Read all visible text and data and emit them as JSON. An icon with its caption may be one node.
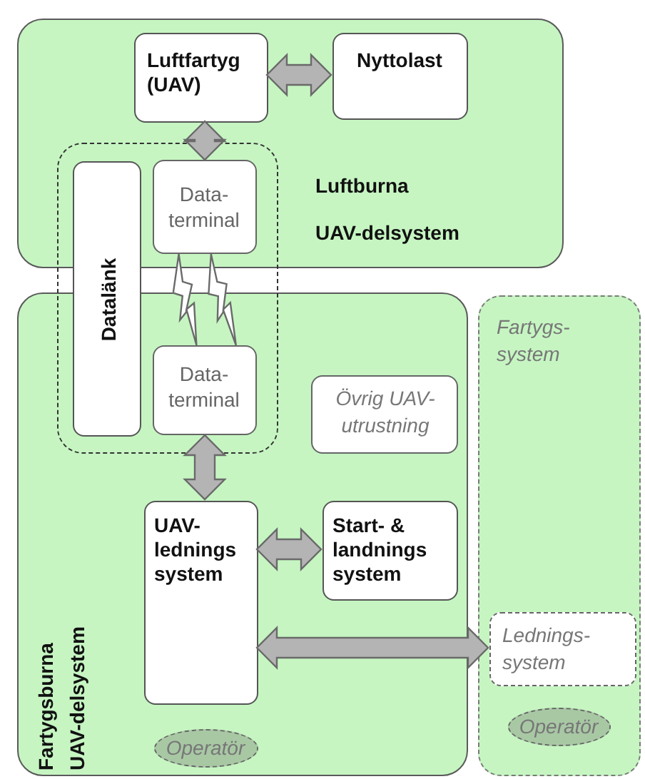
{
  "diagram": {
    "nodes": [
      {
        "text": [
          "Luftburna UAV-delsystem"
        ]
      },
      {
        "text": [
          "Luftfartyg (UAV)"
        ],
        "in": 0
      },
      {
        "text": [
          "Nyttolast"
        ],
        "in": 0
      },
      {
        "text": [],
        "shape": "box"
      },
      {
        "text": [
          "Datalänk"
        ],
        "in": 3
      },
      {
        "text": [
          "Data-terminal"
        ]
      },
      {
        "text": [
          "Data-terminal"
        ]
      },
      {
        "text": [
          "Fartygsburna UAV-delsystem"
        ]
      },
      {
        "text": [
          "Övrig UAV-utrustning"
        ],
        "in": 7
      },
      {
        "text": [
          "UAV-lednings system"
        ],
        "in": 7
      },
      {
        "text": [
          "Start- & landnings system"
        ],
        "in": 7
      },
      {
        "text": [
          "Operatör"
        ],
        "in": 7
      },
      {
        "text": [
          "Fartygs-system"
        ]
      },
      {
        "text": [
          "Lednings-system"
        ],
        "in": 12
      },
      {
        "text": [
          "Operatör"
        ],
        "in": 12
      }
    ],
    "edges": [
      {
        "from": 1,
        "to": 2,
        "arrow": "both"
      },
      {
        "from": 1,
        "to": 5,
        "arrow": "both"
      },
      {
        "from": 5,
        "to": 6,
        "arrow": "none"
      },
      {
        "from": 5,
        "to": 6,
        "arrow": "none"
      },
      {
        "from": 6,
        "to": 9,
        "arrow": "both"
      },
      {
        "from": 9,
        "to": 10,
        "arrow": "both"
      },
      {
        "from": 9,
        "to": 13,
        "arrow": "both"
      }
    ]
  }
}
